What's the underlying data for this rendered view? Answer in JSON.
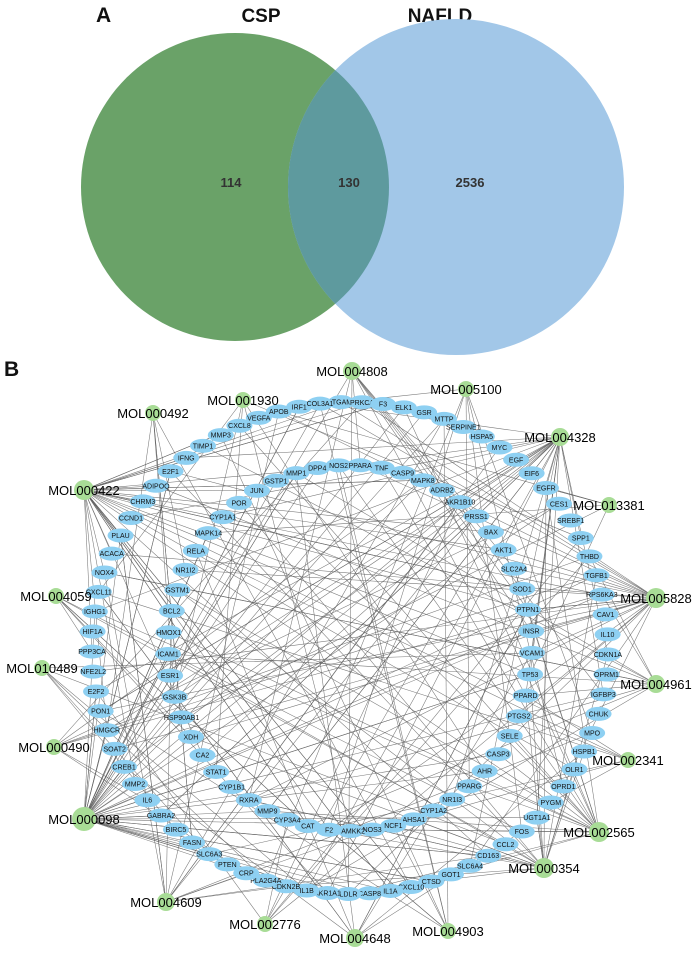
{
  "panel_a": {
    "label": "A",
    "set_left": {
      "name": "CSP",
      "only_count": "114",
      "color": "#6aa268"
    },
    "set_right": {
      "name": "NAFLD",
      "only_count": "2536",
      "color": "#a2c7e8"
    },
    "overlap_count": "130",
    "overlap_color": "#5e9a9e"
  },
  "panel_b": {
    "label": "B",
    "compound_color": "#a8dc96",
    "target_color": "#8ed0f2",
    "edge_color": "#5f5f5f",
    "compounds": [
      "MOL004808",
      "MOL005100",
      "MOL001930",
      "MOL000492",
      "MOL004328",
      "MOL000422",
      "MOL013381",
      "MOL004059",
      "MOL005828",
      "MOL010489",
      "MOL004961",
      "MOL000490",
      "MOL002341",
      "MOL000098",
      "MOL002565",
      "MOL000354",
      "MOL004609",
      "MOL002776",
      "MOL004903",
      "MOL004648"
    ],
    "outer_ring": [
      "ITGAM",
      "PRKCA",
      "F3",
      "ELK1",
      "GSR",
      "MTTP",
      "SERPINE1",
      "HSPA5",
      "MYC",
      "EGF",
      "EIF6",
      "EGFR",
      "CES1",
      "SREBF1",
      "SPP1",
      "THBD",
      "TGFB1",
      "RPS6KA3",
      "CAV1",
      "IL10",
      "CDKN1A",
      "OPRM1",
      "IGFBP3",
      "CHUK",
      "MPO",
      "HSPB1",
      "OLR1",
      "OPRD1",
      "PYGM",
      "UGT1A1",
      "FOS",
      "CCL2",
      "CD163",
      "SLC6A4",
      "GOT1",
      "CTSD",
      "CXCL10",
      "IL1A",
      "CASP8",
      "LDLR",
      "AKR1A1",
      "IL1B",
      "CDKN2B",
      "PLA2G4A",
      "CRP",
      "PTEN",
      "SLC6A3",
      "FASN",
      "BIRC5",
      "GABRA2",
      "IL6",
      "MMP2",
      "CREB1",
      "SOAT2",
      "HMGCR",
      "PON1",
      "E2F2",
      "NFE2L2",
      "PPP3CA",
      "HIF1A",
      "IGHG1",
      "CXCL11",
      "NOX4",
      "ACACA",
      "PLAU",
      "CCND1",
      "CHRM3",
      "ADIPOQ",
      "E2F1",
      "IFNG",
      "TIMP1",
      "MMP3",
      "CXCL8",
      "VEGFA",
      "APOB",
      "IRF1",
      "COL3A1"
    ],
    "inner_ring": [
      "TNF",
      "CASP9",
      "MAPK8",
      "ADRB2",
      "AKR1B10",
      "PRSS1",
      "BAX",
      "AKT1",
      "SLC2A4",
      "SOD1",
      "PTPN1",
      "INSR",
      "VCAM1",
      "TP53",
      "PPARD",
      "PTGS2",
      "SELE",
      "CASP3",
      "AHR",
      "PPARG",
      "NR1I3",
      "CYP1A2",
      "AHSA1",
      "NCF1",
      "NOS3",
      "CAMKK2",
      "F2",
      "CAT",
      "CYP3A4",
      "MMP9",
      "RXRA",
      "CYP1B1",
      "STAT1",
      "CA2",
      "XDH",
      "HSP90AB1",
      "GSK3B",
      "ESR1",
      "ICAM1",
      "HMOX1",
      "BCL2",
      "GSTM1",
      "NR1I2",
      "RELA",
      "MAPK14",
      "CYP1A1",
      "POR",
      "JUN",
      "GSTP1",
      "MMP1",
      "DPP4",
      "NOS2",
      "PPARA"
    ]
  }
}
